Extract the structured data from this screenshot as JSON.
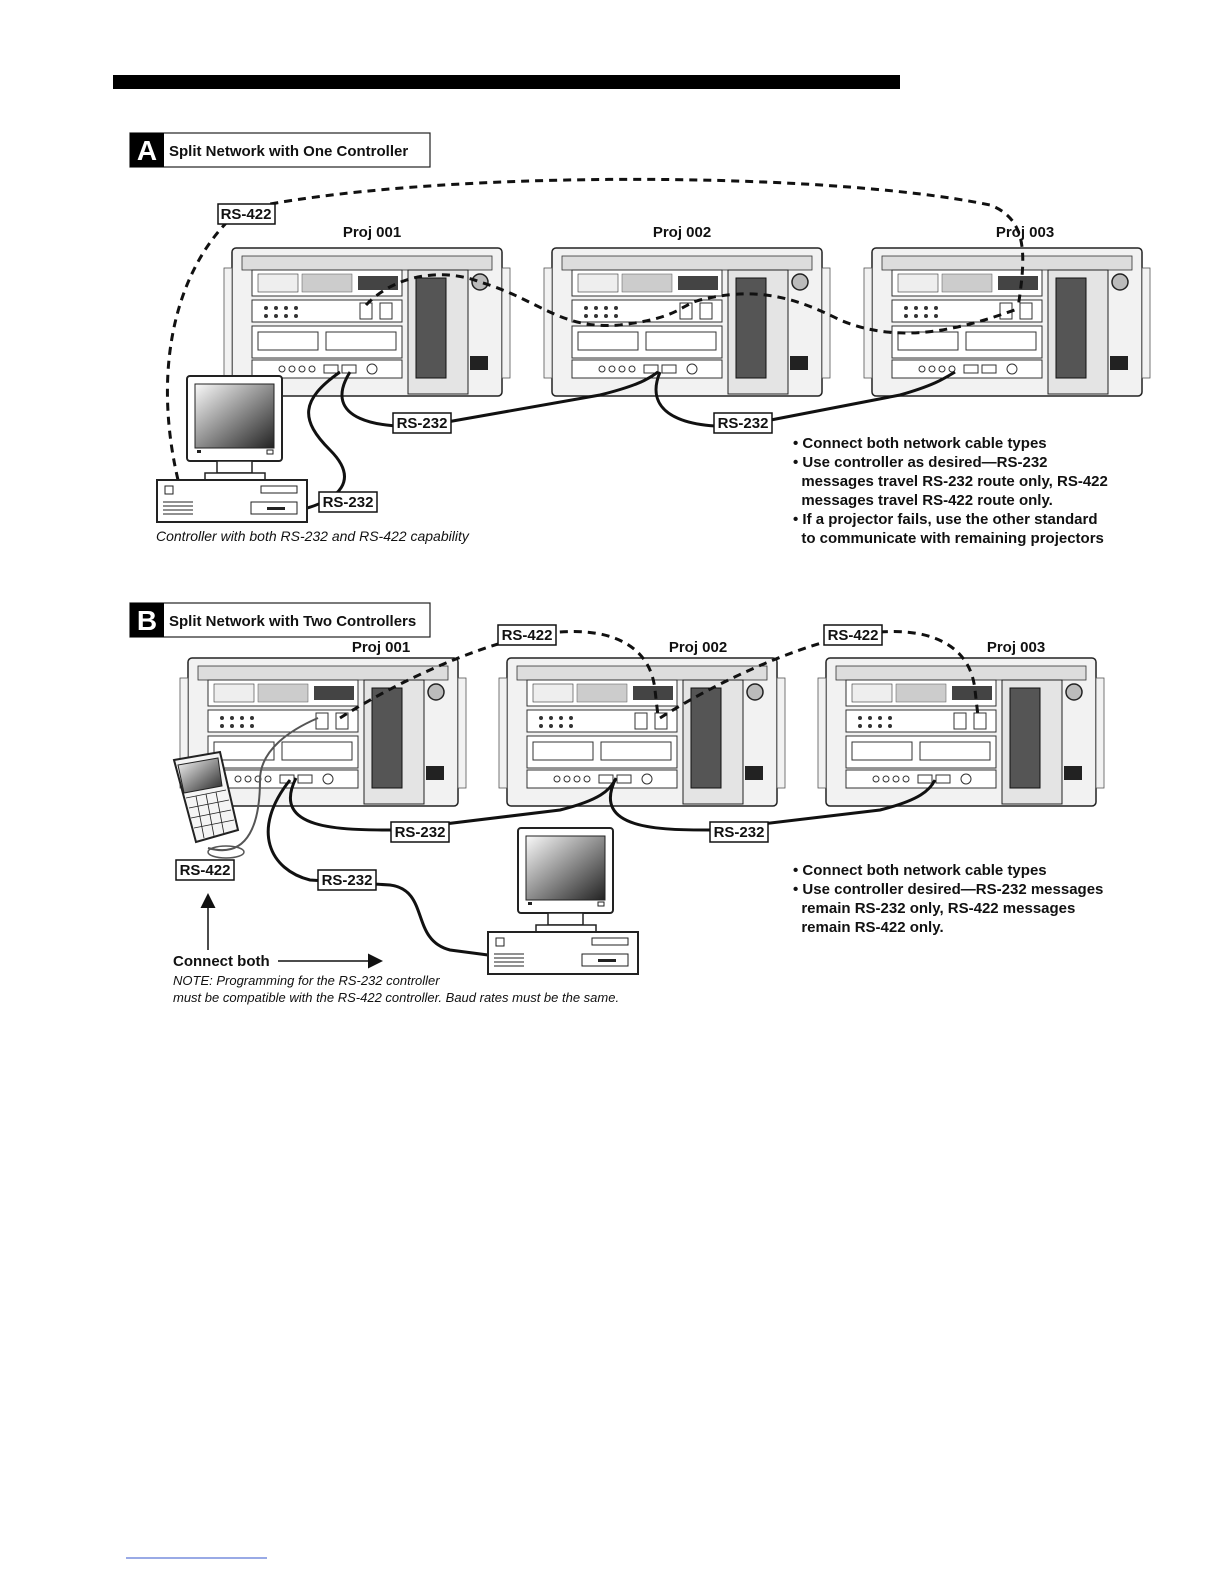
{
  "section_a": {
    "letter": "A",
    "title": "Split Network with One Controller",
    "projectors": [
      "Proj 001",
      "Proj 002",
      "Proj 003"
    ],
    "cable_labels": {
      "rs422": "RS-422",
      "rs232_a": "RS-232",
      "rs232_b": "RS-232",
      "rs232_pc": "RS-232"
    },
    "caption": "Controller with both RS-232 and RS-422 capability",
    "notes": [
      "• Connect both network cable types",
      "• Use controller as desired—RS-232",
      "  messages travel RS-232 route only, RS-422",
      "  messages travel RS-422 route only.",
      "• If a projector fails, use the other standard",
      "  to communicate with remaining projectors"
    ]
  },
  "section_b": {
    "letter": "B",
    "title": "Split Network with Two Controllers",
    "projectors": [
      "Proj 001",
      "Proj 002",
      "Proj 003"
    ],
    "cable_labels": {
      "rs422_a": "RS-422",
      "rs422_b": "RS-422",
      "rs232_a": "RS-232",
      "rs232_b": "RS-232",
      "rs422_keypad": "RS-422",
      "rs232_pc": "RS-232"
    },
    "connect_both": "Connect both",
    "note_line1": "NOTE: Programming for the RS-232 controller",
    "note_line2": "must be compatible with the RS-422 controller. Baud rates must be the same.",
    "notes": [
      "• Connect both network cable types",
      "• Use controller desired—RS-232 messages",
      "  remain RS-232 only, RS-422 messages",
      "  remain RS-422 only."
    ]
  }
}
